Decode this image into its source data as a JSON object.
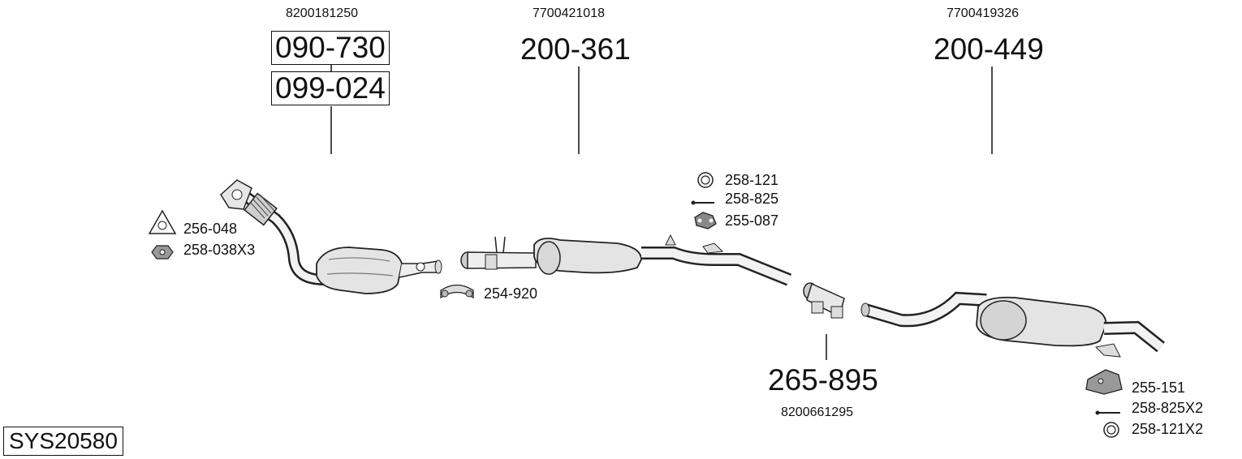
{
  "diagram": {
    "system_code": "SYS20580",
    "oem_numbers": {
      "front": "8200181250",
      "middle": "7700421018",
      "rear": "7700419326",
      "joint": "8200661295"
    },
    "parts": {
      "front_pipe": "090-730",
      "catalyst": "099-024",
      "middle_silencer": "200-361",
      "rear_silencer": "200-449",
      "repair_pipe": "265-895"
    },
    "accessories": {
      "gasket_triangle": "256-048",
      "nut": "258-038X3",
      "clamp_front": "254-920",
      "ring_mid": "258-121",
      "bolt_mid": "258-825",
      "mount_mid": "255-087",
      "bracket_rear": "255-151",
      "bolt_rear": "258-825X2",
      "ring_rear": "258-121X2"
    }
  }
}
